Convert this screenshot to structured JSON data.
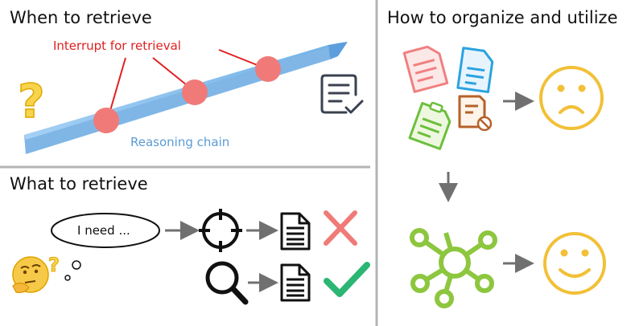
{
  "panels": {
    "when": {
      "title": "When to retrieve",
      "interrupt_label": "Interrupt for retrieval",
      "chain_label": "Reasoning chain",
      "icons": [
        "question-mark-icon",
        "checklist-icon"
      ]
    },
    "what": {
      "title": "What to retrieve",
      "thought_bubble": "I need ...",
      "icons": [
        "thinking-face-icon",
        "crosshair-icon",
        "magnifier-icon",
        "document-icon",
        "cross-mark-icon",
        "check-mark-icon"
      ]
    },
    "how": {
      "title": "How to organize and utilize",
      "icons": [
        "documents-icon",
        "sad-face-icon",
        "knowledge-graph-icon",
        "happy-face-icon"
      ]
    }
  },
  "colors": {
    "interrupt_red": "#e02020",
    "interrupt_dot": "#f07a78",
    "chain_blue": "#8ec3ee",
    "face_yellow": "#f2c037",
    "graph_green": "#8dc63f",
    "divider": "#b3b3b3",
    "arrow_gray": "#707070"
  }
}
